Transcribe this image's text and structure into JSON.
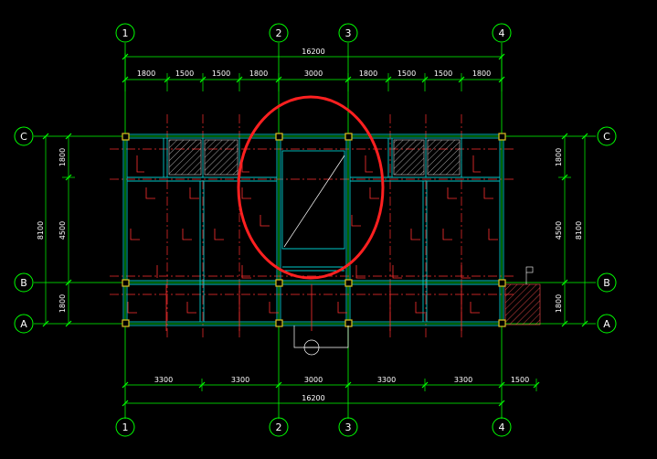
{
  "colors": {
    "background": "#000000",
    "grid_line": "#00ff00",
    "axis_dash": "#ff3030",
    "wall": "#00c8c8",
    "column": "#e0c020",
    "dimension": "#00ff00",
    "highlight": "#ff2020",
    "text": "#ffffff"
  },
  "axes": {
    "numbered": [
      "1",
      "2",
      "3",
      "4"
    ],
    "lettered": [
      "C",
      "B",
      "A"
    ]
  },
  "dimensions": {
    "top_total": "16200",
    "top_segments": [
      "1800",
      "1500",
      "1500",
      "1800",
      "3000",
      "1800",
      "1500",
      "1500",
      "1800"
    ],
    "bottom_segments": [
      "3300",
      "3300",
      "3000",
      "3300",
      "3300",
      "1500"
    ],
    "bottom_total": "16200",
    "left_segments": [
      "1800",
      "4500",
      "1800"
    ],
    "left_total": "8100",
    "right_segments": [
      "1800",
      "4500",
      "1800"
    ],
    "right_total": "8100"
  },
  "annotations": {
    "stair_well_label": "",
    "highlight_circle": "circled stair opening"
  }
}
